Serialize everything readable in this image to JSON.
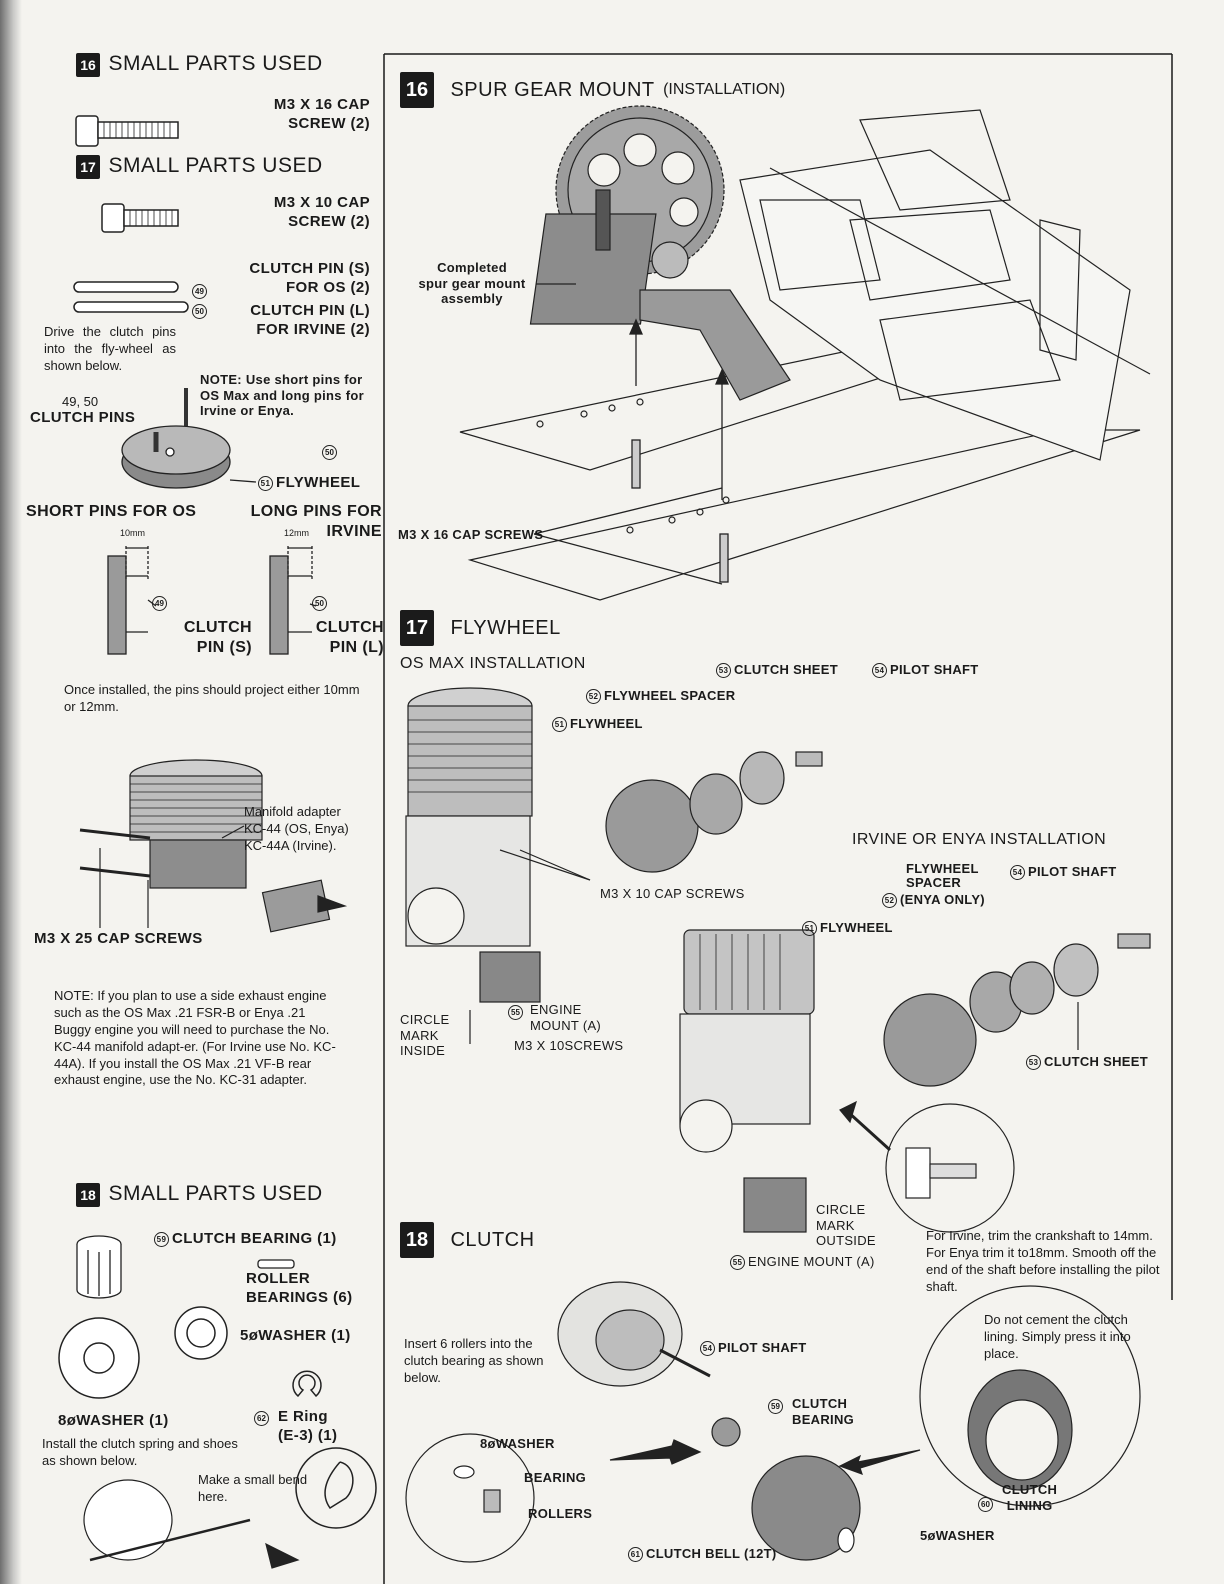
{
  "left": {
    "s16": {
      "badge": "16",
      "title": "SMALL PARTS USED",
      "screw": "M3 X 16 CAP\nSCREW (2)"
    },
    "s17": {
      "badge": "17",
      "title": "SMALL PARTS USED",
      "screw": "M3 X 10 CAP\nSCREW (2)",
      "pin_s": "CLUTCH PIN (S)\nFOR OS (2)",
      "pin_l": "CLUTCH PIN (L)\nFOR IRVINE (2)",
      "pin_s_no": "49",
      "pin_l_no": "50",
      "drive_text": "Drive the clutch pins into the fly-wheel as shown below.",
      "clutch_pins_nos": "49, 50",
      "clutch_pins": "CLUTCH PINS",
      "note": "NOTE: Use short pins for OS Max and long pins for Irvine or Enya.",
      "pin50_no": "50",
      "flywheel_no": "51",
      "flywheel": "FLYWHEEL",
      "short_pins": "SHORT PINS FOR OS",
      "long_pins": "LONG PINS FOR\nIRVINE",
      "dim_10": "10mm",
      "dim_12": "12mm",
      "pin49_no": "49",
      "pin50b_no": "50",
      "clutch_pin_s": "CLUTCH\nPIN (S)",
      "clutch_pin_l": "CLUTCH\nPIN (L)",
      "project_text": "Once installed, the pins should project either 10mm or 12mm.",
      "manifold": "Manifold adapter\nKC-44 (OS, Enya)\nKC-44A (Irvine).",
      "m3x25": "M3 X 25 CAP SCREWS",
      "note2": "NOTE: If you plan to use a side exhaust engine such as the OS Max .21 FSR-B or Enya .21 Buggy engine you will need to purchase the No. KC-44 manifold adapt-er. (For Irvine use No. KC-44A). If you install the OS Max .21 VF-B rear exhaust engine, use the No. KC-31 adapter."
    },
    "s18": {
      "badge": "18",
      "title": "SMALL PARTS USED",
      "bearing_no": "59",
      "bearing": "CLUTCH BEARING (1)",
      "rollers": "ROLLER\nBEARINGS (6)",
      "washer5": "5øWASHER (1)",
      "washer8": "8øWASHER (1)",
      "ering_no": "62",
      "ering": "E Ring\n(E-3) (1)",
      "install_text": "Install the clutch spring and shoes as shown below.",
      "bend_text": "Make a small bend here."
    }
  },
  "right": {
    "s16": {
      "badge": "16",
      "title": "SPUR GEAR MOUNT",
      "title_sub": "(INSTALLATION)",
      "completed": "Completed\nspur gear mount\nassembly",
      "screws": "M3 X 16 CAP SCREWS"
    },
    "s17": {
      "badge": "17",
      "title": "FLYWHEEL",
      "os_title": "OS MAX INSTALLATION",
      "clutch_sheet_no": "53",
      "clutch_sheet": "CLUTCH SHEET",
      "pilot_no": "54",
      "pilot": "PILOT SHAFT",
      "spacer_no": "52",
      "spacer": "FLYWHEEL SPACER",
      "flywheel_no": "51",
      "flywheel": "FLYWHEEL",
      "m3x10": "M3 X 10 CAP SCREWS",
      "irvine_title": "IRVINE OR ENYA INSTALLATION",
      "i_spacer": "FLYWHEEL\nSPACER",
      "i_spacer_no": "52",
      "i_spacer_sub": "(ENYA ONLY)",
      "i_pilot_no": "54",
      "i_pilot": "PILOT SHAFT",
      "i_flywheel_no": "51",
      "i_flywheel": "FLYWHEEL",
      "i_clutch_sheet_no": "53",
      "i_clutch_sheet": "CLUTCH SHEET",
      "circle_inside": "CIRCLE\nMARK\nINSIDE",
      "eng_mount_no": "55",
      "eng_mount": "ENGINE\nMOUNT (A)",
      "m3x10b": "M3 X 10SCREWS",
      "circle_outside": "CIRCLE\nMARK\nOUTSIDE",
      "eng_mount2_no": "55",
      "eng_mount2": "ENGINE MOUNT (A)",
      "trim_text": "For Irvine, trim the crankshaft to 14mm. For Enya trim it to18mm. Smooth off the end of the shaft before installing the pilot shaft."
    },
    "s18": {
      "badge": "18",
      "title": "CLUTCH",
      "insert_text": "Insert 6 rollers into the clutch bearing as shown below.",
      "pilot_no": "54",
      "pilot": "PILOT SHAFT",
      "bearing_no": "59",
      "bearing": "CLUTCH\nBEARING",
      "washer8": "8øWASHER",
      "bearing2": "BEARING",
      "rollers": "ROLLERS",
      "bell_no": "61",
      "bell": "CLUTCH BELL (12T)",
      "washer5": "5øWASHER",
      "lining_text": "Do not cement the clutch lining. Simply press it into place.",
      "lining_no": "60",
      "lining": "CLUTCH\nLINING"
    }
  }
}
